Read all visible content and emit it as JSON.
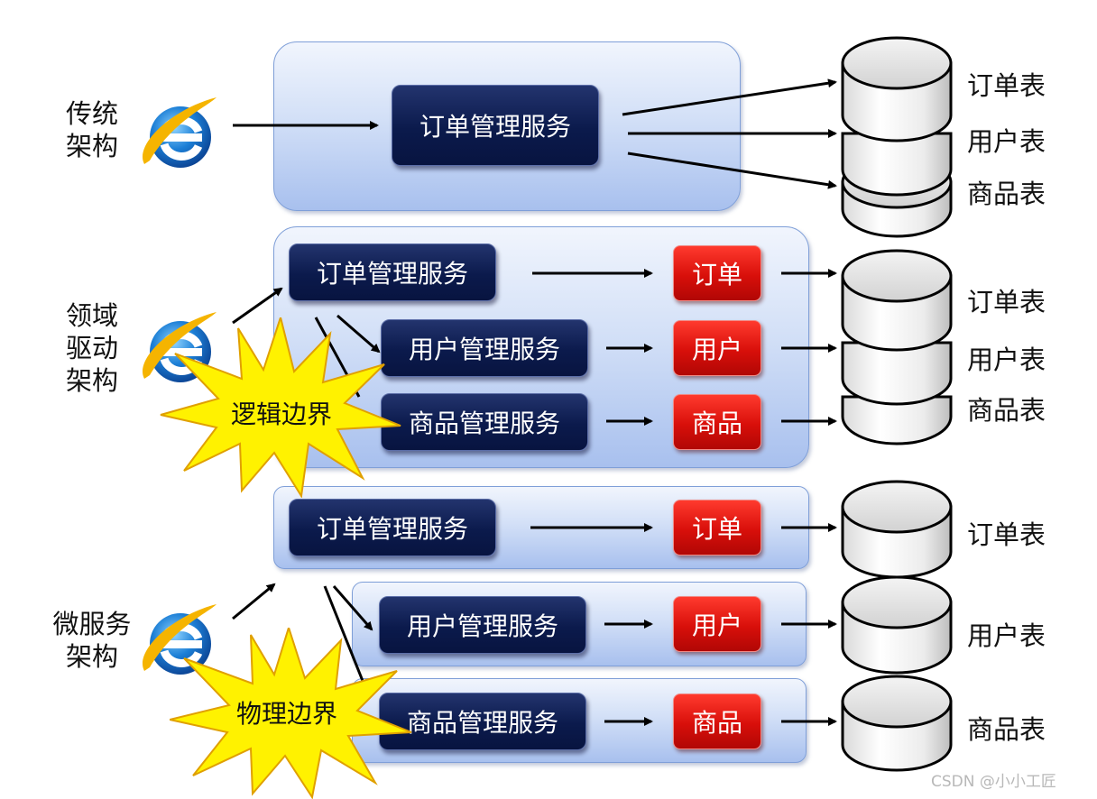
{
  "architectures": {
    "traditional": "传统\n架构",
    "domain": "领域\n驱动\n架构",
    "microservice": "微服务\n架构"
  },
  "services": {
    "order": "订单管理服务",
    "user": "用户管理服务",
    "product": "商品管理服务"
  },
  "entities": {
    "order": "订单",
    "user": "用户",
    "product": "商品"
  },
  "tables": {
    "order": "订单表",
    "user": "用户表",
    "product": "商品表"
  },
  "boundaries": {
    "logical": "逻辑边界",
    "physical": "物理边界"
  },
  "watermark": "CSDN @小小工匠",
  "icons": [
    "internet-explorer-icon",
    "database-cylinder-icon",
    "starburst-icon"
  ],
  "colors": {
    "service_fill": "#0b1a4c",
    "entity_fill": "#d80f0a",
    "region_fill": "#c4d5f4",
    "burst_fill": "#fff200",
    "burst_stroke": "#e0a000"
  }
}
